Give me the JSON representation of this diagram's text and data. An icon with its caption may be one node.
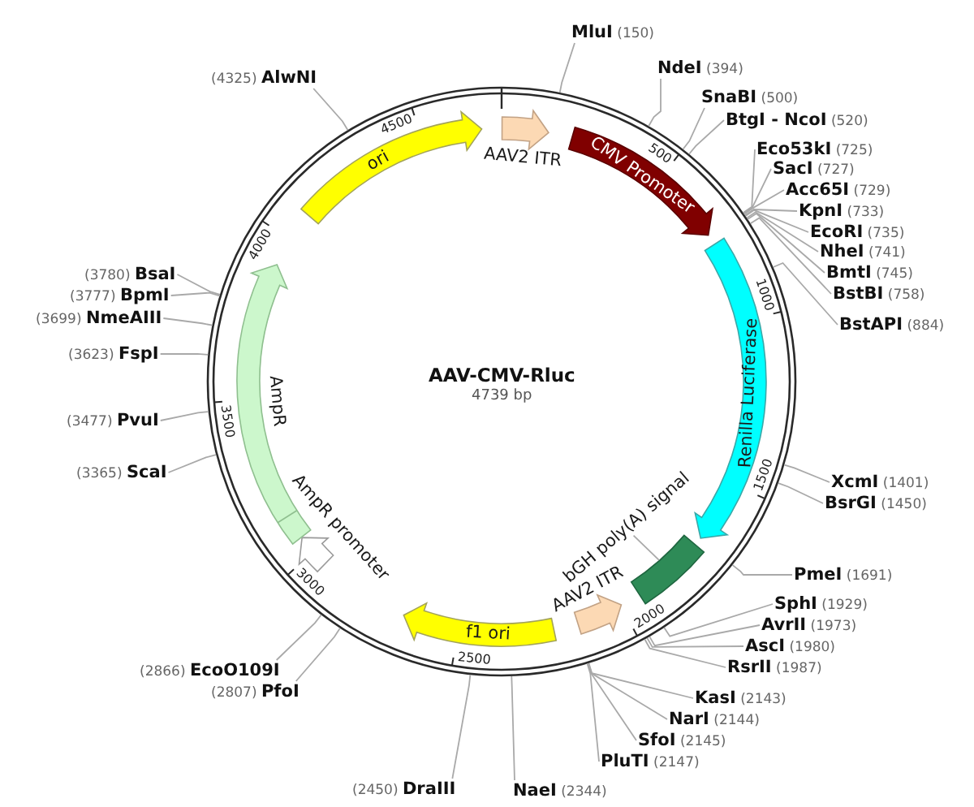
{
  "diagram": {
    "nodes": [
      {
        "text": [
          "AAV-CMV-Rluc",
          "4739 bp"
        ]
      },
      {
        "text": [
          "ori"
        ],
        "in": 0
      },
      {
        "text": [
          "AAV2 ITR"
        ],
        "in": 0
      },
      {
        "text": [
          "CMV Promoter"
        ],
        "in": 0
      },
      {
        "text": [
          "Renilla Luciferase"
        ],
        "in": 0
      },
      {
        "text": [
          "bGH poly(A) signal"
        ],
        "in": 0
      },
      {
        "text": [],
        "shape": "box",
        "in": 0
      },
      {
        "text": [
          "AAV2 ITR"
        ],
        "in": 0
      },
      {
        "text": [
          "f1 ori"
        ],
        "in": 0
      },
      {
        "text": [
          "AmpR promoter"
        ],
        "in": 0
      },
      {
        "text": [
          "AmpR"
        ],
        "in": 0
      },
      {
        "text": [
          "**MluI** (150)"
        ]
      },
      {
        "text": [
          "**NdeI** (394)"
        ]
      },
      {
        "text": [
          "**SnaBI** (500)"
        ]
      },
      {
        "text": [
          "**BtgI - NcoI** (520)"
        ]
      },
      {
        "text": [
          "**Eco53kI** (725)"
        ]
      },
      {
        "text": [
          "**SacI** (727)"
        ]
      },
      {
        "text": [
          "**Acc65I** (729)"
        ]
      },
      {
        "text": [
          "**KpnI** (733)"
        ]
      },
      {
        "text": [
          "**EcoRI** (735)"
        ]
      },
      {
        "text": [
          "**NheI** (741)"
        ]
      },
      {
        "text": [
          "**BmtI** (745)"
        ]
      },
      {
        "text": [
          "**BstBI** (758)"
        ]
      },
      {
        "text": [
          "**BstAPI** (884)"
        ]
      },
      {
        "text": [
          "**XcmI** (1401)"
        ]
      },
      {
        "text": [
          "**BsrGI** (1450)"
        ]
      },
      {
        "text": [
          "**PmeI** (1691)"
        ]
      },
      {
        "text": [
          "**SphI** (1929)"
        ]
      },
      {
        "text": [
          "**AvrII** (1973)"
        ]
      },
      {
        "text": [
          "**AscI** (1980)"
        ]
      },
      {
        "text": [
          "**RsrII** (1987)"
        ]
      },
      {
        "text": [
          "**KasI** (2143)"
        ]
      },
      {
        "text": [
          "**NarI** (2144)"
        ]
      },
      {
        "text": [
          "**SfoI** (2145)"
        ]
      },
      {
        "text": [
          "**PluTI** (2147)"
        ]
      },
      {
        "text": [
          "**NaeI** (2344)"
        ]
      },
      {
        "text": [
          "(2450) **DraIII**"
        ]
      },
      {
        "text": [
          "(2807) **PfoI**"
        ]
      },
      {
        "text": [
          "(2866) **EcoO109I**"
        ]
      },
      {
        "text": [
          "(3365) **ScaI**"
        ]
      },
      {
        "text": [
          "(3477) **PvuI**"
        ]
      },
      {
        "text": [
          "(3623) **FspI**"
        ]
      },
      {
        "text": [
          "(3699) **NmeAIII**"
        ]
      },
      {
        "text": [
          "(3777) **BpmI**"
        ]
      },
      {
        "text": [
          "(3780) **BsaI**"
        ]
      },
      {
        "text": [
          "(4325) **AlwNI**"
        ]
      }
    ],
    "edges": [
      {
        "from": 11,
        "to": 0,
        "arrow": "none"
      },
      {
        "from": 12,
        "to": 0,
        "arrow": "none"
      },
      {
        "from": 13,
        "to": 0,
        "arrow": "none"
      },
      {
        "from": 14,
        "to": 0,
        "arrow": "none"
      },
      {
        "from": 15,
        "to": 0,
        "arrow": "none"
      },
      {
        "from": 16,
        "to": 0,
        "arrow": "none"
      },
      {
        "from": 17,
        "to": 0,
        "arrow": "none"
      },
      {
        "from": 18,
        "to": 0,
        "arrow": "none"
      },
      {
        "from": 19,
        "to": 0,
        "arrow": "none"
      },
      {
        "from": 20,
        "to": 0,
        "arrow": "none"
      },
      {
        "from": 21,
        "to": 0,
        "arrow": "none"
      },
      {
        "from": 22,
        "to": 0,
        "arrow": "none"
      },
      {
        "from": 23,
        "to": 0,
        "arrow": "none"
      },
      {
        "from": 24,
        "to": 0,
        "arrow": "none"
      },
      {
        "from": 25,
        "to": 0,
        "arrow": "none"
      },
      {
        "from": 26,
        "to": 0,
        "arrow": "none"
      },
      {
        "from": 27,
        "to": 0,
        "arrow": "none"
      },
      {
        "from": 28,
        "to": 0,
        "arrow": "none"
      },
      {
        "from": 29,
        "to": 0,
        "arrow": "none"
      },
      {
        "from": 30,
        "to": 0,
        "arrow": "none"
      },
      {
        "from": 31,
        "to": 0,
        "arrow": "none"
      },
      {
        "from": 32,
        "to": 0,
        "arrow": "none"
      },
      {
        "from": 33,
        "to": 0,
        "arrow": "none"
      },
      {
        "from": 34,
        "to": 0,
        "arrow": "none"
      },
      {
        "from": 35,
        "to": 0,
        "arrow": "none"
      },
      {
        "from": 36,
        "to": 0,
        "arrow": "none"
      },
      {
        "from": 37,
        "to": 0,
        "arrow": "none"
      },
      {
        "from": 38,
        "to": 0,
        "arrow": "none"
      },
      {
        "from": 39,
        "to": 0,
        "arrow": "none"
      },
      {
        "from": 40,
        "to": 0,
        "arrow": "none"
      },
      {
        "from": 41,
        "to": 0,
        "arrow": "none"
      },
      {
        "from": 42,
        "to": 0,
        "arrow": "none"
      },
      {
        "from": 43,
        "to": 0,
        "arrow": "none"
      },
      {
        "from": 44,
        "to": 0,
        "arrow": "none"
      },
      {
        "from": 45,
        "to": 0,
        "arrow": "none"
      },
      {
        "from": 5,
        "to": 6,
        "arrow": "none"
      }
    ],
    "labels": [
      "500",
      "1000",
      "1500",
      "2000",
      "2500",
      "3000",
      "3500",
      "4000",
      "4500"
    ]
  }
}
